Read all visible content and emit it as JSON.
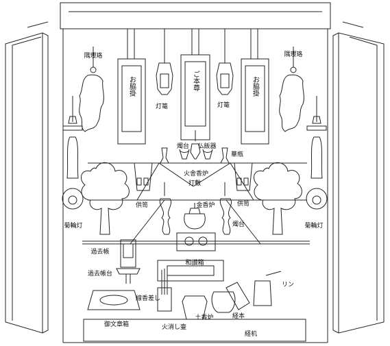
{
  "labels": {
    "yoraku_left": "隅瓔珞",
    "yoraku_right": "隅瓔珞",
    "okakejiku_left": "お脇掛",
    "gohonzon": "ご本尊",
    "okakejiku_right": "お脇掛",
    "toro_left": "灯篭",
    "toro_right": "灯篭",
    "shokudai_top": "燭台",
    "buppanki": "仏飯器",
    "kebin": "華瓶",
    "kakoro": "火舎香炉",
    "uchishiki": "打敷",
    "kuge_left": "供笥",
    "kuge_right": "供笥",
    "kinkoro": "金香炉",
    "kirintou_left": "菊輪灯",
    "kirintou_right": "菊輪灯",
    "shokudai_mid": "燭台",
    "kakocho": "過去帳",
    "kakochodai": "過去帳台",
    "wasoubako": "和讃箱",
    "senkousashi": "線香差し",
    "rin": "リン",
    "gofumibako": "御文章箱",
    "hikeshitsubo": "火消し壷",
    "dokoro": "土香炉",
    "kyohon": "経本",
    "kyozukue": "経机"
  }
}
